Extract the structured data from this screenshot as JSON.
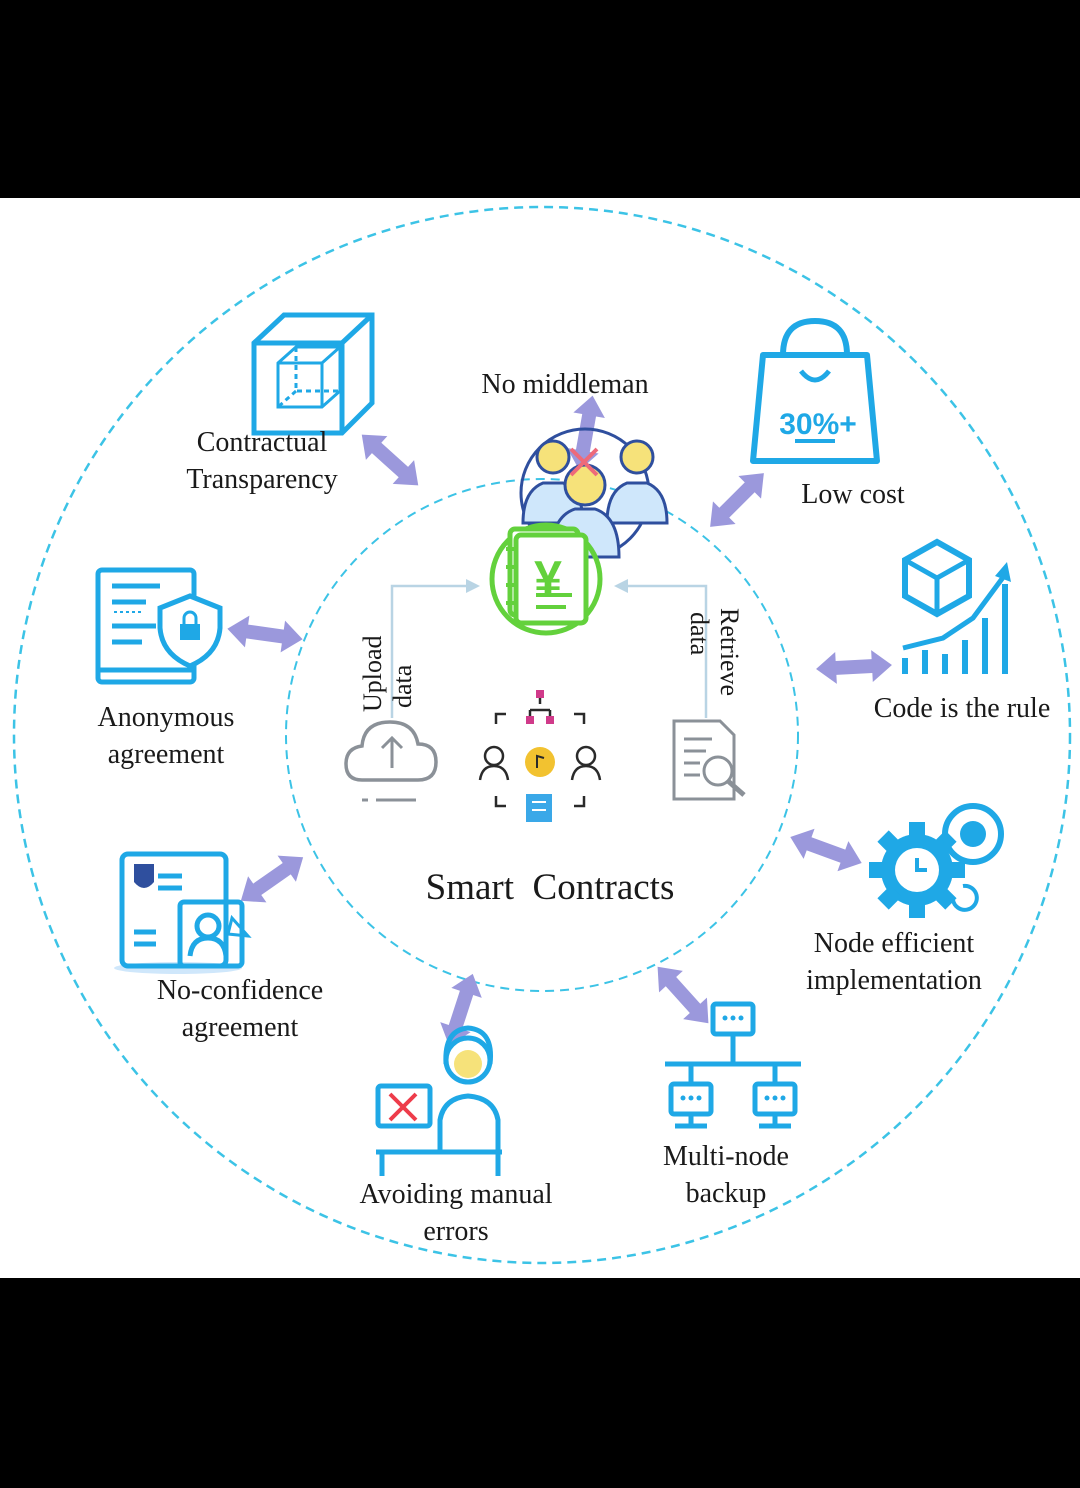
{
  "center": {
    "title": "Smart  Contracts",
    "upload_label": "Upload",
    "upload_label_2": "data",
    "retrieve_label": "Retrieve",
    "retrieve_label_2": "data"
  },
  "features": [
    {
      "line1": "No middleman",
      "line2": "",
      "icon": "people-no-middleman-icon"
    },
    {
      "line1": "Low cost",
      "line2": "",
      "icon": "shopping-bag-icon",
      "badge": "30%+"
    },
    {
      "line1": "Code is the rule",
      "line2": "",
      "icon": "cube-chart-icon"
    },
    {
      "line1": "Node efficient",
      "line2": "implementation",
      "icon": "gear-clock-icon"
    },
    {
      "line1": "Multi-node",
      "line2": "backup",
      "icon": "network-nodes-icon"
    },
    {
      "line1": "Avoiding manual",
      "line2": "errors",
      "icon": "person-at-desk-icon"
    },
    {
      "line1": "No-confidence",
      "line2": "agreement",
      "icon": "id-document-icon"
    },
    {
      "line1": "Anonymous",
      "line2": "agreement",
      "icon": "shield-book-icon"
    },
    {
      "line1": "Contractual",
      "line2": "Transparency",
      "icon": "transparent-cube-icon"
    }
  ],
  "center_icons": {
    "contract": "yuan-contract-book-icon",
    "cloud": "cloud-upload-icon",
    "network": "parties-network-icon",
    "document": "document-search-icon",
    "yuan_symbol": "¥"
  },
  "colors": {
    "ring": "#3cc3e6",
    "icon_blue": "#1fa8e6",
    "icon_dark": "#2f4f9e",
    "arrow": "#9b98dc",
    "contract_green": "#63d13c",
    "connector": "#b9d4e4"
  }
}
